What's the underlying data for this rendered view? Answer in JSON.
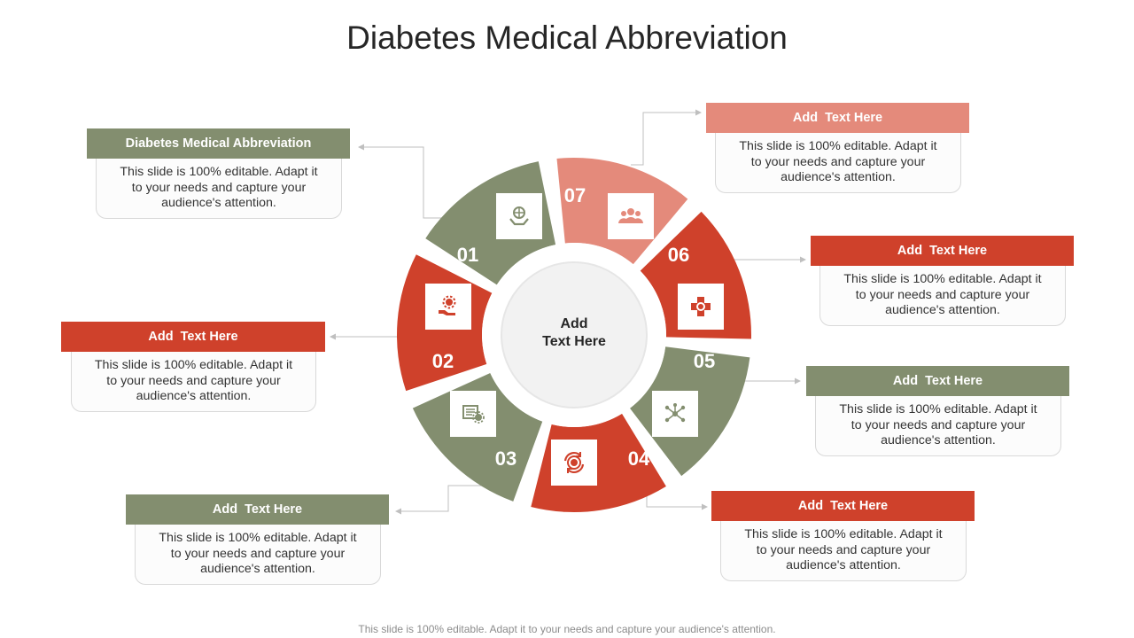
{
  "title": "Diabetes Medical Abbreviation",
  "footer": "This slide is 100% editable. Adapt it to your needs and capture your audience's attention.",
  "center_label": "Add\nText Here",
  "colors": {
    "green": "#838e6f",
    "red": "#cf412b",
    "salmon": "#e48a7b"
  },
  "segments": [
    {
      "num": "01",
      "icon": "hand-globe-icon",
      "color": "green"
    },
    {
      "num": "02",
      "icon": "hand-gear-icon",
      "color": "red"
    },
    {
      "num": "03",
      "icon": "monitor-gear-icon",
      "color": "green"
    },
    {
      "num": "04",
      "icon": "refresh-target-icon",
      "color": "red"
    },
    {
      "num": "05",
      "icon": "network-nodes-icon",
      "color": "green"
    },
    {
      "num": "06",
      "icon": "cross-badge-icon",
      "color": "red"
    },
    {
      "num": "07",
      "icon": "people-group-icon",
      "color": "salmon"
    }
  ],
  "cards": [
    {
      "heading": "Diabetes Medical Abbreviation",
      "text": "This slide is 100% editable.  Adapt it to your needs and capture your audience's attention.",
      "color": "green"
    },
    {
      "heading": "Add  Text Here",
      "text": "This slide is 100% editable.  Adapt it to your needs and capture your audience's attention.",
      "color": "red"
    },
    {
      "heading": "Add  Text Here",
      "text": "This slide is 100% editable.  Adapt it to your needs and capture your audience's attention.",
      "color": "green"
    },
    {
      "heading": "Add  Text Here",
      "text": "This slide is 100% editable.  Adapt it to your needs and capture your audience's attention.",
      "color": "red"
    },
    {
      "heading": "Add  Text Here",
      "text": "This slide is 100% editable.  Adapt it to your needs and capture your audience's attention.",
      "color": "green"
    },
    {
      "heading": "Add  Text Here",
      "text": "This slide is 100% editable.  Adapt it to your needs and capture your audience's attention.",
      "color": "red"
    },
    {
      "heading": "Add  Text Here",
      "text": "This slide is 100% editable.  Adapt it to your needs and capture your audience's attention.",
      "color": "salmon"
    }
  ]
}
